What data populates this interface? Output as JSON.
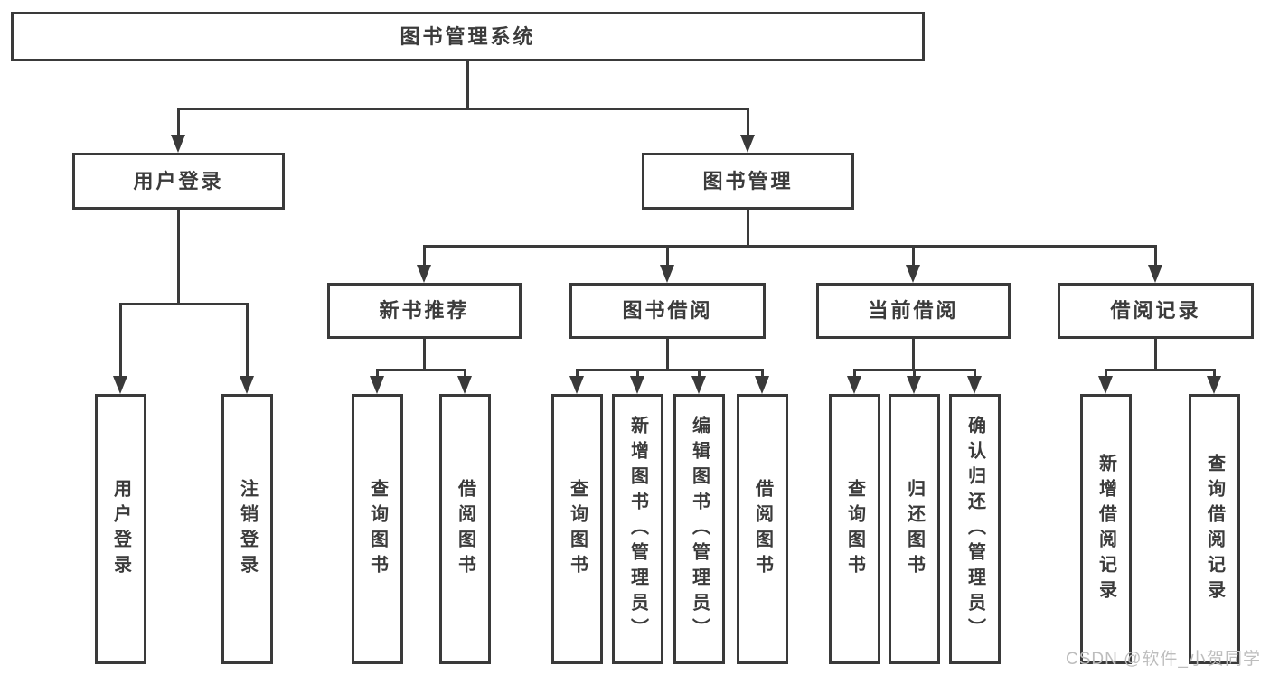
{
  "tree": {
    "label": "图书管理系统",
    "children": [
      {
        "label": "用户登录",
        "children": [
          {
            "label": "用户登录"
          },
          {
            "label": "注销登录"
          }
        ]
      },
      {
        "label": "图书管理",
        "children": [
          {
            "label": "新书推荐",
            "children": [
              {
                "label": "查询图书"
              },
              {
                "label": "借阅图书"
              }
            ]
          },
          {
            "label": "图书借阅",
            "children": [
              {
                "label": "查询图书"
              },
              {
                "label": "新增图书（管理员）"
              },
              {
                "label": "编辑图书（管理员）"
              },
              {
                "label": "借阅图书"
              }
            ]
          },
          {
            "label": "当前借阅",
            "children": [
              {
                "label": "查询图书"
              },
              {
                "label": "归还图书"
              },
              {
                "label": "确认归还（管理员）"
              }
            ]
          },
          {
            "label": "借阅记录",
            "children": [
              {
                "label": "新增借阅记录"
              },
              {
                "label": "查询借阅记录"
              }
            ]
          }
        ]
      }
    ]
  },
  "watermark": "CSDN @软件_小贺同学",
  "colors": {
    "line": "#3a3a3a",
    "text": "#3b3b3b",
    "background": "#ffffff",
    "watermark": "#bdbdbd"
  }
}
